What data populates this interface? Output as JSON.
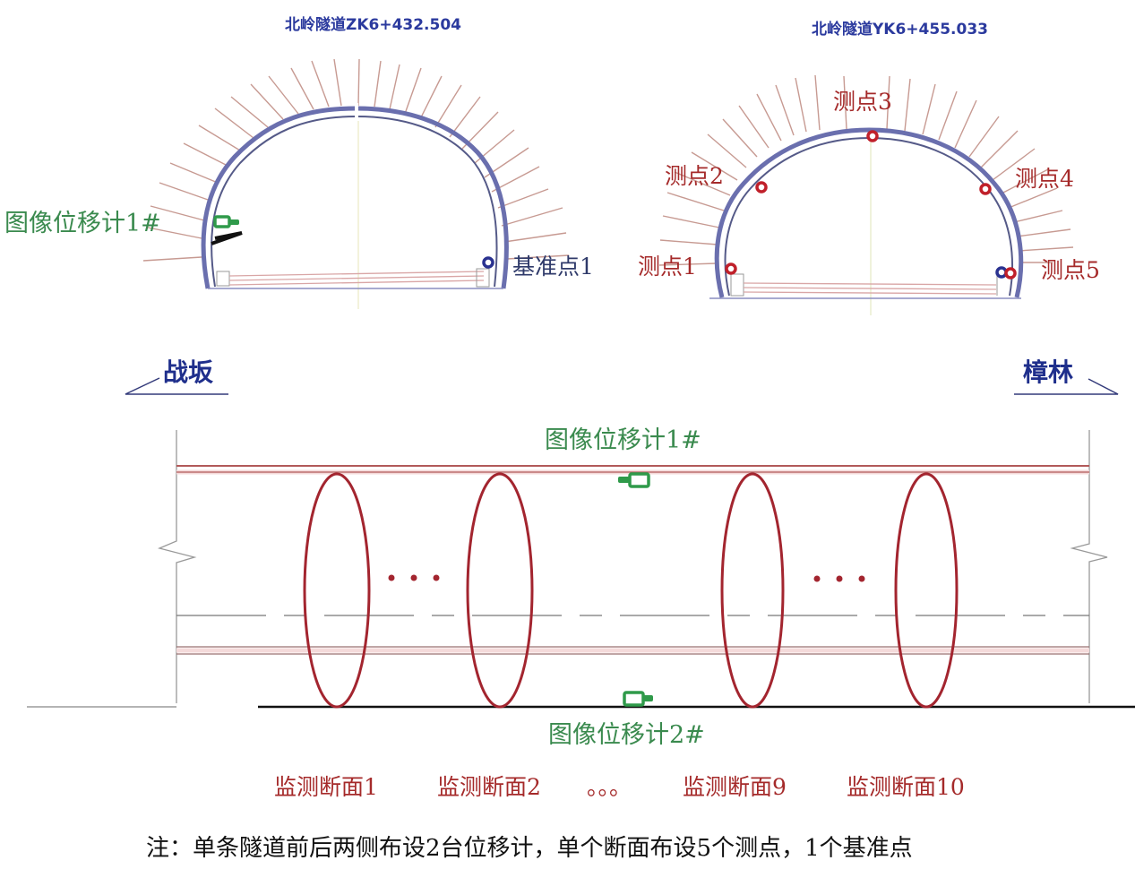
{
  "cross_section_left": {
    "title": "北岭隧道ZK6+432.504",
    "displacement_meter_label": "图像位移计1#",
    "reference_point_label": "基准点1"
  },
  "cross_section_right": {
    "title": "北岭隧道YK6+455.033",
    "measure_points": [
      "测点1",
      "测点2",
      "测点3",
      "测点4",
      "测点5"
    ]
  },
  "plan_view": {
    "left_direction": "战坂",
    "right_direction": "樟林",
    "meter_top_label": "图像位移计1#",
    "meter_bottom_label": "图像位移计2#",
    "ellipsis": "• • •",
    "sections": [
      "监测断面1",
      "监测断面2",
      "。。。",
      "监测断面9",
      "监测断面10"
    ]
  },
  "note": "注：单条隧道前后两侧布设2台位移计，单个断面布设5个测点，1个基准点",
  "colors": {
    "title_blue": "#2b3a9e",
    "meter_green": "#3a8a4e",
    "point_red": "#c0202a",
    "section_red": "#a52a2a",
    "lining_blue": "#6a6fae"
  }
}
